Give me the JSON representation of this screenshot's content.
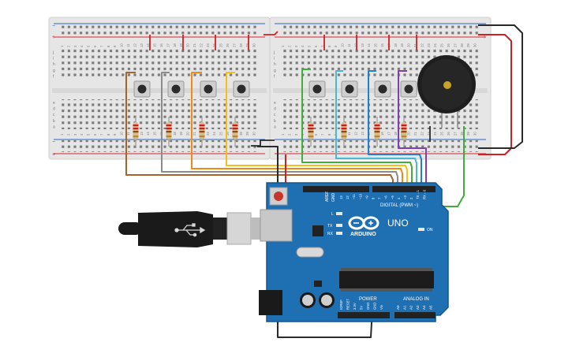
{
  "colors": {
    "board": "#1f6fb3",
    "board_dark": "#15558c",
    "breadboard": "#e9e9e9",
    "rail_red": "#d8282b",
    "rail_blue": "#2b66c2",
    "wire_black": "#2a2a2a",
    "wire_red": "#d21f1f",
    "wire_brown": "#a4642a",
    "wire_gray": "#8c8c8c",
    "wire_orange": "#f08a17",
    "wire_yellow": "#f3c019",
    "wire_green": "#3fae3a",
    "wire_cyan": "#48b8d3",
    "wire_blue": "#1f80d2",
    "wire_purple": "#7d3fb2"
  },
  "breadboard": {
    "column_numbers_left": [
      "1",
      "2",
      "3",
      "4",
      "5",
      "6",
      "7",
      "8",
      "9",
      "10",
      "11",
      "12",
      "13",
      "14",
      "15",
      "16",
      "17",
      "18",
      "19",
      "20",
      "21",
      "22",
      "23",
      "24",
      "25",
      "26",
      "27",
      "28",
      "29",
      "30"
    ],
    "column_numbers_right": [
      "1",
      "2",
      "3",
      "4",
      "5",
      "6",
      "7",
      "8",
      "9",
      "10",
      "11",
      "12",
      "13",
      "14",
      "15",
      "16",
      "17",
      "18",
      "19",
      "20",
      "21",
      "22",
      "23",
      "24",
      "25",
      "26",
      "27",
      "28",
      "29",
      "30"
    ],
    "row_letters_top": [
      "j",
      "i",
      "h",
      "g",
      "f"
    ],
    "row_letters_bottom": [
      "e",
      "d",
      "c",
      "b",
      "a"
    ],
    "rail_plus": "+",
    "rail_minus": "−"
  },
  "arduino": {
    "logo_text": "ARDUINO",
    "model": "UNO",
    "digital_label": "DIGITAL (PWM ~)",
    "analog_label": "ANALOG IN",
    "power_label": "POWER",
    "on_label": "ON",
    "led_l": "L",
    "led_tx": "TX",
    "led_rx": "RX",
    "aref": "AREF",
    "gnd_top": "GND",
    "digital_pins": [
      "13",
      "12",
      "~11",
      "~10",
      "~9",
      "8",
      "7",
      "~6",
      "~5",
      "4",
      "~3",
      "2",
      "TX→1",
      "RX←0"
    ],
    "power_pins": [
      "IOREF",
      "RESET",
      "3.3V",
      "5V",
      "GND",
      "GND",
      "Vin"
    ],
    "analog_pins": [
      "A0",
      "A1",
      "A2",
      "A3",
      "A4",
      "A5"
    ]
  },
  "icons": {
    "usb_symbol": "usb-icon",
    "infinity_logo": "infinity-logo-icon"
  }
}
